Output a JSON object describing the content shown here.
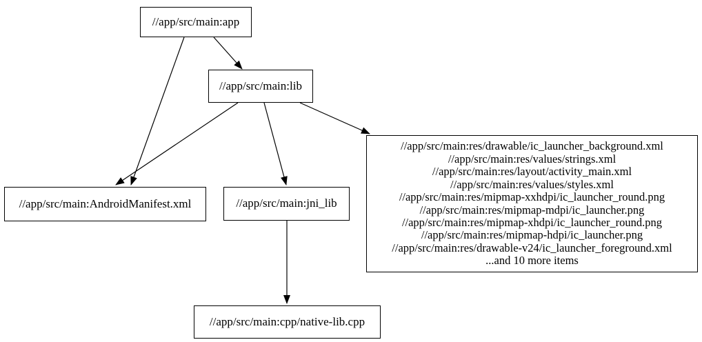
{
  "graph": {
    "type": "digraph-dependency-graph",
    "background_color": "#ffffff",
    "node_border_color": "#000000",
    "edge_color": "#000000",
    "text_color": "#000000",
    "nodes": {
      "app": {
        "label": "//app/src/main:app"
      },
      "lib": {
        "label": "//app/src/main:lib"
      },
      "manifest": {
        "label": "//app/src/main:AndroidManifest.xml"
      },
      "jni_lib": {
        "label": "//app/src/main:jni_lib"
      },
      "res_group": {
        "lines": [
          "//app/src/main:res/drawable/ic_launcher_background.xml",
          "//app/src/main:res/values/strings.xml",
          "//app/src/main:res/layout/activity_main.xml",
          "//app/src/main:res/values/styles.xml",
          "//app/src/main:res/mipmap-xxhdpi/ic_launcher_round.png",
          "//app/src/main:res/mipmap-mdpi/ic_launcher.png",
          "//app/src/main:res/mipmap-xhdpi/ic_launcher_round.png",
          "//app/src/main:res/mipmap-hdpi/ic_launcher.png",
          "//app/src/main:res/drawable-v24/ic_launcher_foreground.xml",
          "...and 10 more items"
        ]
      },
      "cpp": {
        "label": "//app/src/main:cpp/native-lib.cpp"
      }
    },
    "edges": [
      {
        "from": "app",
        "to": "lib"
      },
      {
        "from": "app",
        "to": "manifest"
      },
      {
        "from": "lib",
        "to": "manifest"
      },
      {
        "from": "lib",
        "to": "jni_lib"
      },
      {
        "from": "lib",
        "to": "res_group"
      },
      {
        "from": "jni_lib",
        "to": "cpp"
      }
    ]
  }
}
